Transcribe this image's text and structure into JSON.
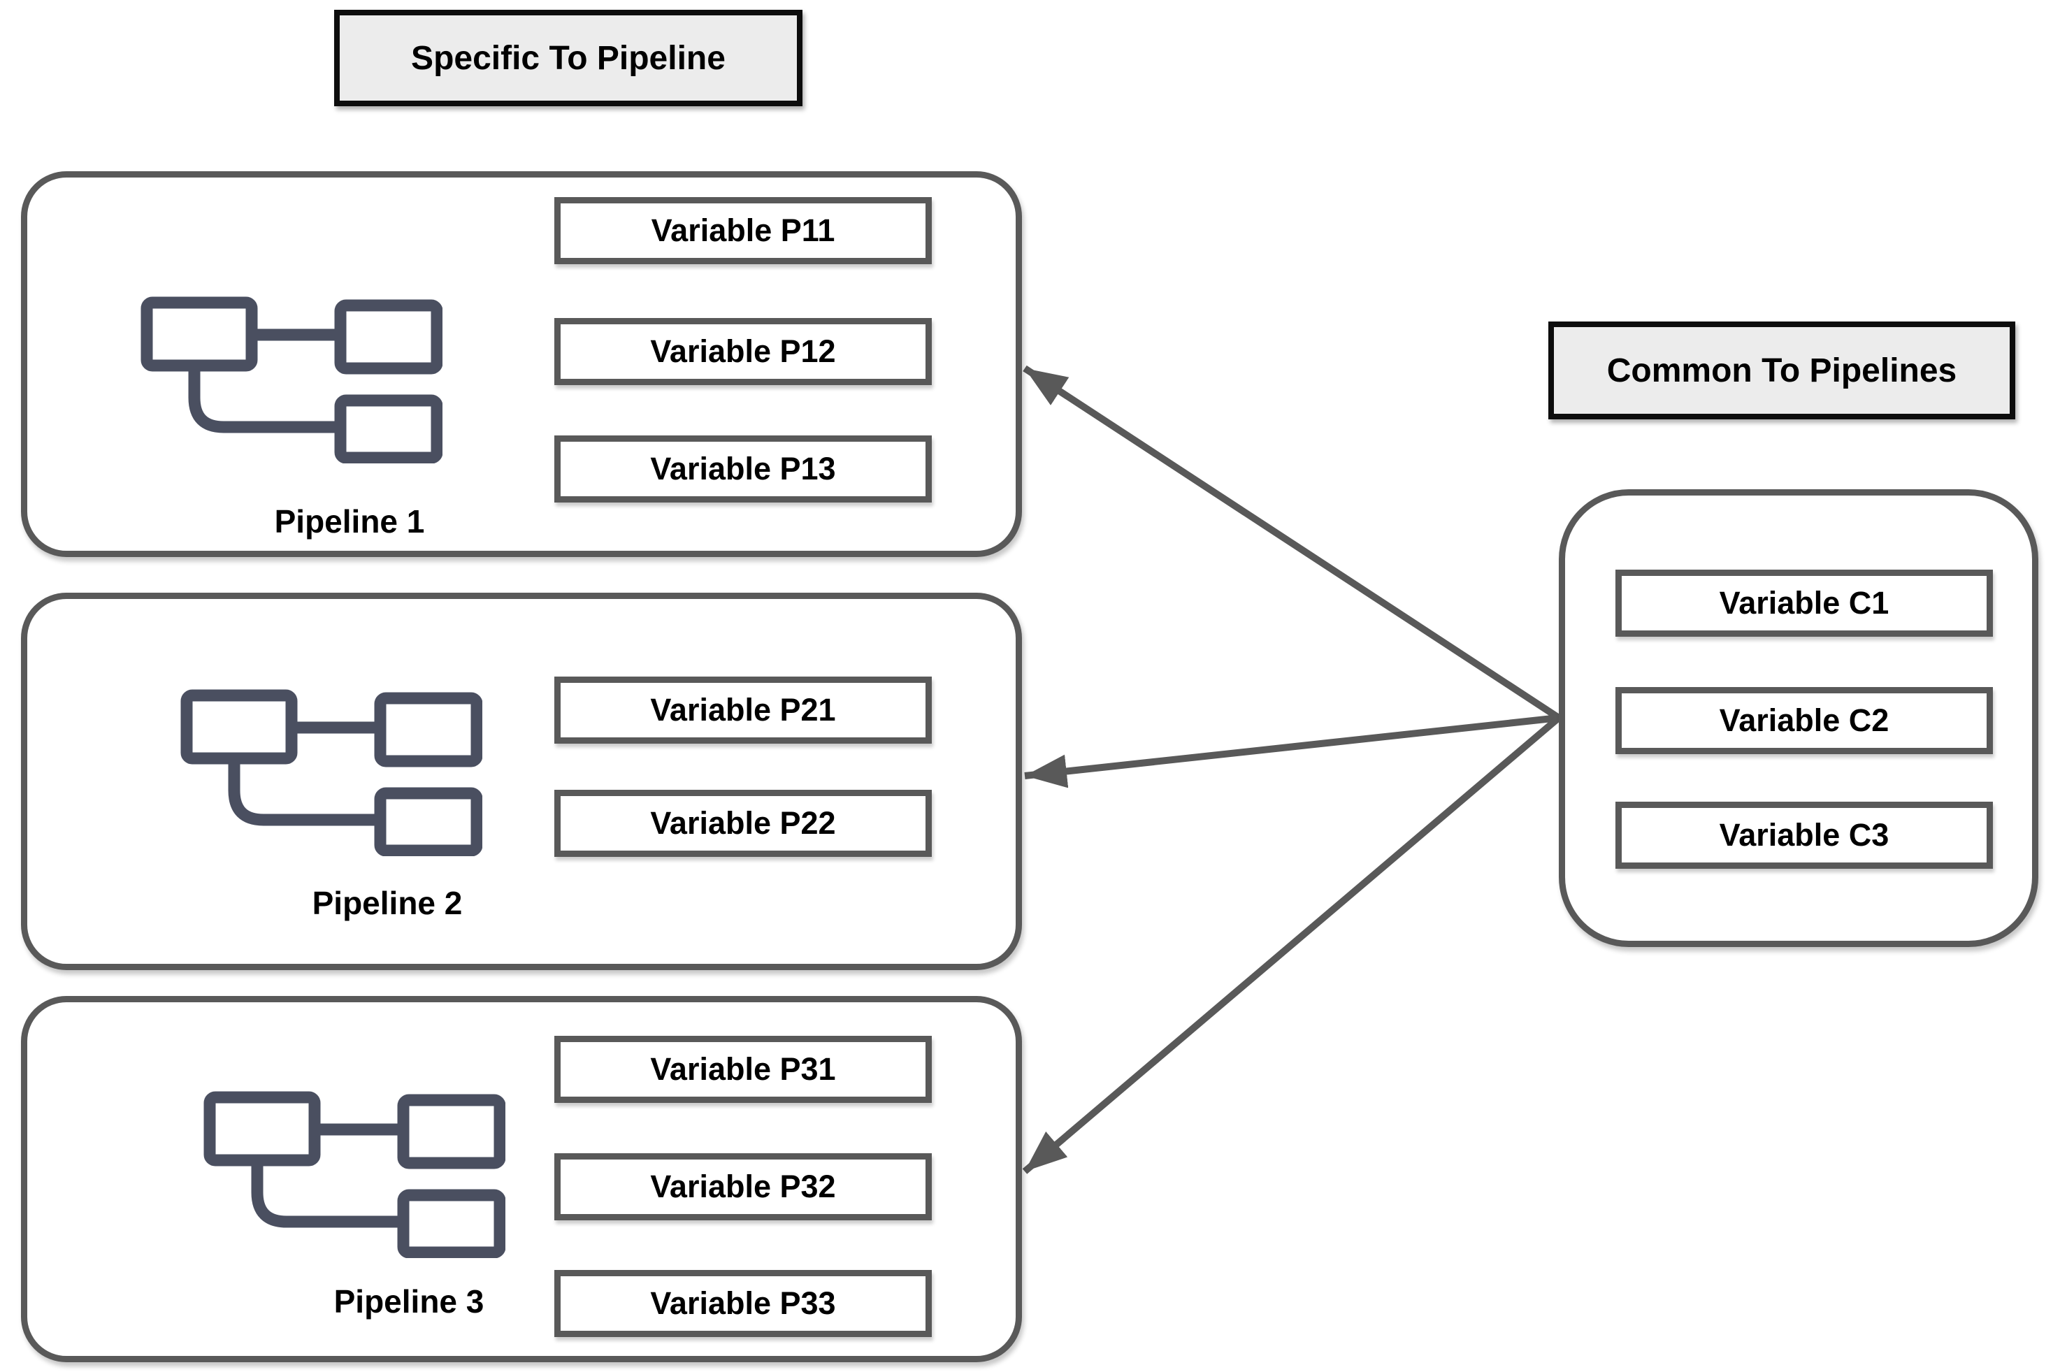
{
  "titles": {
    "specific": "Specific To Pipeline",
    "common": "Common To Pipelines"
  },
  "pipelines": [
    {
      "label": "Pipeline 1",
      "variables": [
        "Variable P11",
        "Variable P12",
        "Variable P13"
      ]
    },
    {
      "label": "Pipeline 2",
      "variables": [
        "Variable P21",
        "Variable P22"
      ]
    },
    {
      "label": "Pipeline 3",
      "variables": [
        "Variable P31",
        "Variable P32",
        "Variable P33"
      ]
    }
  ],
  "common": {
    "variables": [
      "Variable C1",
      "Variable C2",
      "Variable C3"
    ]
  },
  "icons": {
    "pipeline": "flowchart-pipeline-icon"
  },
  "colors": {
    "background": "#ffffff",
    "border-gray": "#595959",
    "title-border": "#0d0d0d",
    "title-fill": "#ececec",
    "icon-slate": "#4a4f60",
    "text-black": "#000000"
  }
}
